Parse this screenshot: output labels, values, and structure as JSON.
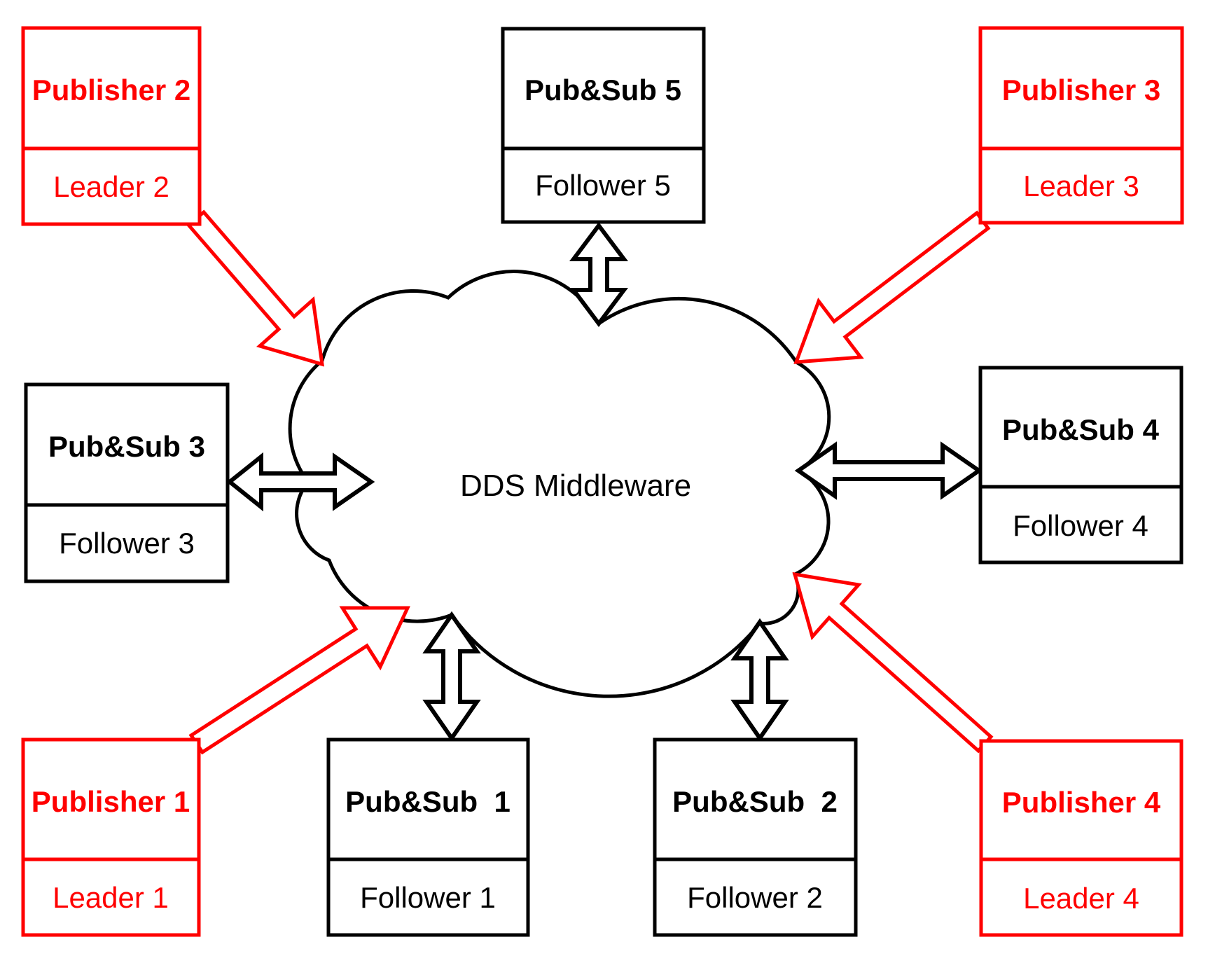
{
  "cloud": {
    "label": "DDS Middleware"
  },
  "nodes": {
    "publisher2": {
      "title": "Publisher 2",
      "subtitle": "Leader 2"
    },
    "pubsub5": {
      "title": "Pub&Sub 5",
      "subtitle": "Follower 5"
    },
    "publisher3": {
      "title": "Publisher 3",
      "subtitle": "Leader 3"
    },
    "pubsub3": {
      "title": "Pub&Sub 3",
      "subtitle": "Follower 3"
    },
    "pubsub4": {
      "title": "Pub&Sub 4",
      "subtitle": "Follower 4"
    },
    "publisher1": {
      "title": "Publisher 1",
      "subtitle": "Leader 1"
    },
    "pubsub1": {
      "title": "Pub&Sub  1",
      "subtitle": "Follower 1"
    },
    "pubsub2": {
      "title": "Pub&Sub  2",
      "subtitle": "Follower 2"
    },
    "publisher4": {
      "title": "Publisher 4",
      "subtitle": "Leader 4"
    }
  },
  "colors": {
    "publisher": "#FF0000",
    "node": "#000000",
    "background": "#FFFFFF"
  }
}
